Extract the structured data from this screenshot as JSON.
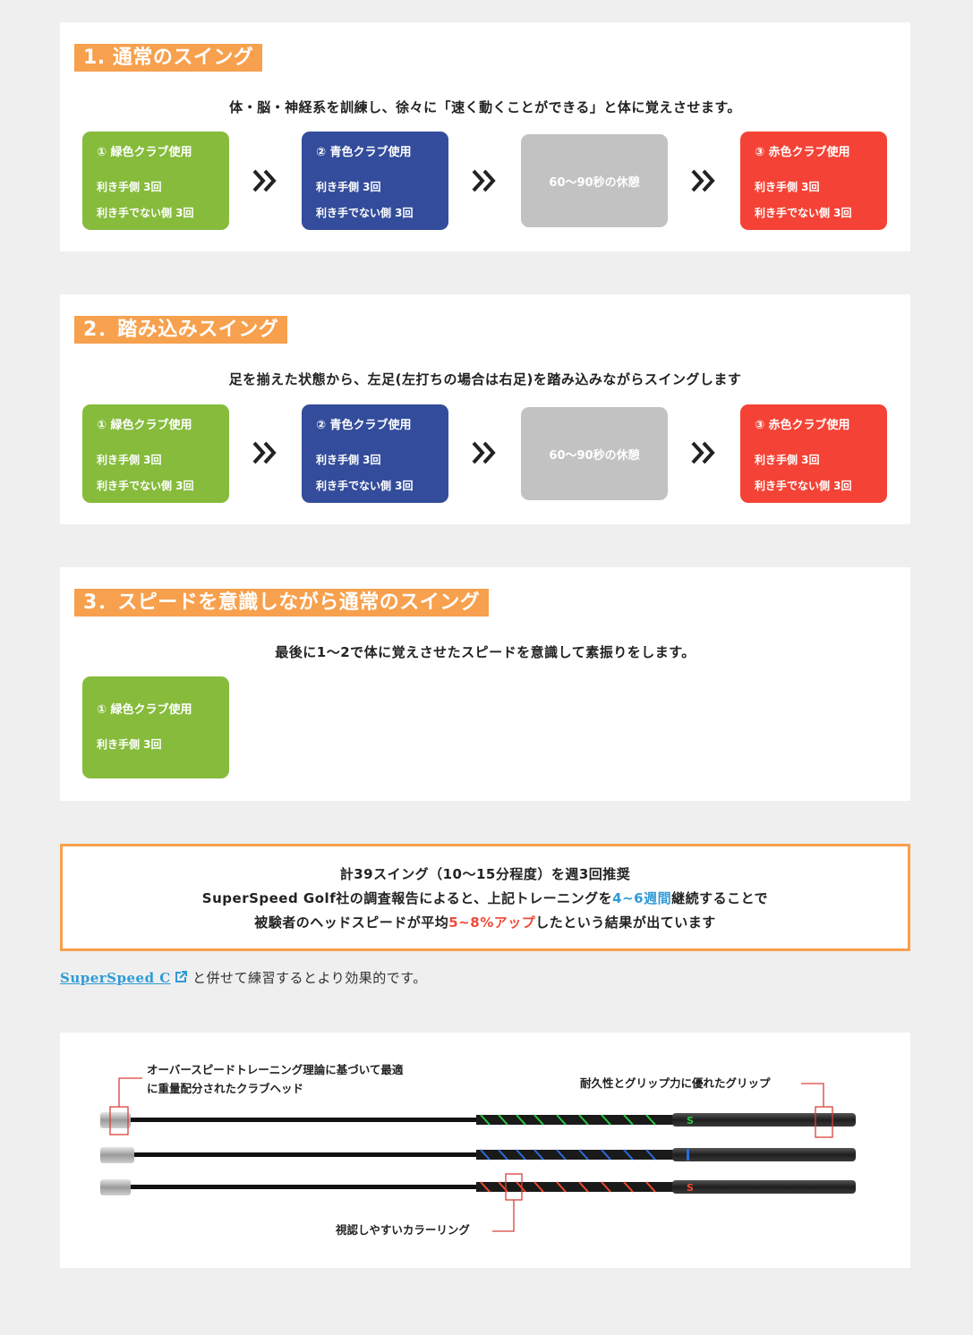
{
  "sections": [
    {
      "badge": "1. 通常のスイング",
      "lead": "体・脳・神経系を訓練し、徐々に「速く動くことができる」と体に覚えさせます。",
      "steps": [
        {
          "title": "① 緑色クラブ使用",
          "line1": "利き手側 3回",
          "line2": "利き手でない側 3回"
        },
        {
          "title": "② 青色クラブ使用",
          "line1": "利き手側 3回",
          "line2": "利き手でない側 3回"
        },
        {
          "rest": "60～90秒の休憩"
        },
        {
          "title": "③ 赤色クラブ使用",
          "line1": "利き手側 3回",
          "line2": "利き手でない側 3回"
        }
      ]
    },
    {
      "badge": "2．踏み込みスイング",
      "lead": "足を揃えた状態から、左足(左打ちの場合は右足)を踏み込みながらスイングします",
      "steps": [
        {
          "title": "① 緑色クラブ使用",
          "line1": "利き手側 3回",
          "line2": "利き手でない側 3回"
        },
        {
          "title": "② 青色クラブ使用",
          "line1": "利き手側 3回",
          "line2": "利き手でない側 3回"
        },
        {
          "rest": "60～90秒の休憩"
        },
        {
          "title": "③ 赤色クラブ使用",
          "line1": "利き手側 3回",
          "line2": "利き手でない側 3回"
        }
      ]
    },
    {
      "badge": "3．スピードを意識しながら通常のスイング",
      "lead": "最後に1～2で体に覚えさせたスピードを意識して素振りをします。",
      "steps": [
        {
          "title": "① 緑色クラブ使用",
          "line1": "利き手側 3回"
        }
      ]
    }
  ],
  "note": {
    "line1": "計39スイング（10～15分程度）を週3回推奨",
    "line2_pre": "SuperSpeed Golf社の調査報告によると、上記トレーニングを",
    "line2_hl": "4~6週間",
    "line2_post": "継続することで",
    "line3_pre": "被験者のヘッドスピードが平均",
    "line3_hl": "5~8%アップ",
    "line3_post": "したという結果が出ています"
  },
  "link": {
    "text": "SuperSpeed C",
    "suffix": " と併せて練習するとより効果的です。"
  },
  "product": {
    "callout_head_1": "オーバースピードトレーニング理論に基づいて最適",
    "callout_head_2": "に重量配分されたクラブヘッド",
    "callout_grip": "耐久性とグリップ力に優れたグリップ",
    "callout_ring": "視認しやすいカラーリング"
  },
  "colors": {
    "accent": "#f7a04d",
    "green": "#86bb3c",
    "blue": "#334c9b",
    "gray": "#c2c2c2",
    "red": "#f44336",
    "link": "#2f9bd6",
    "callout_line": "#d9403a"
  }
}
